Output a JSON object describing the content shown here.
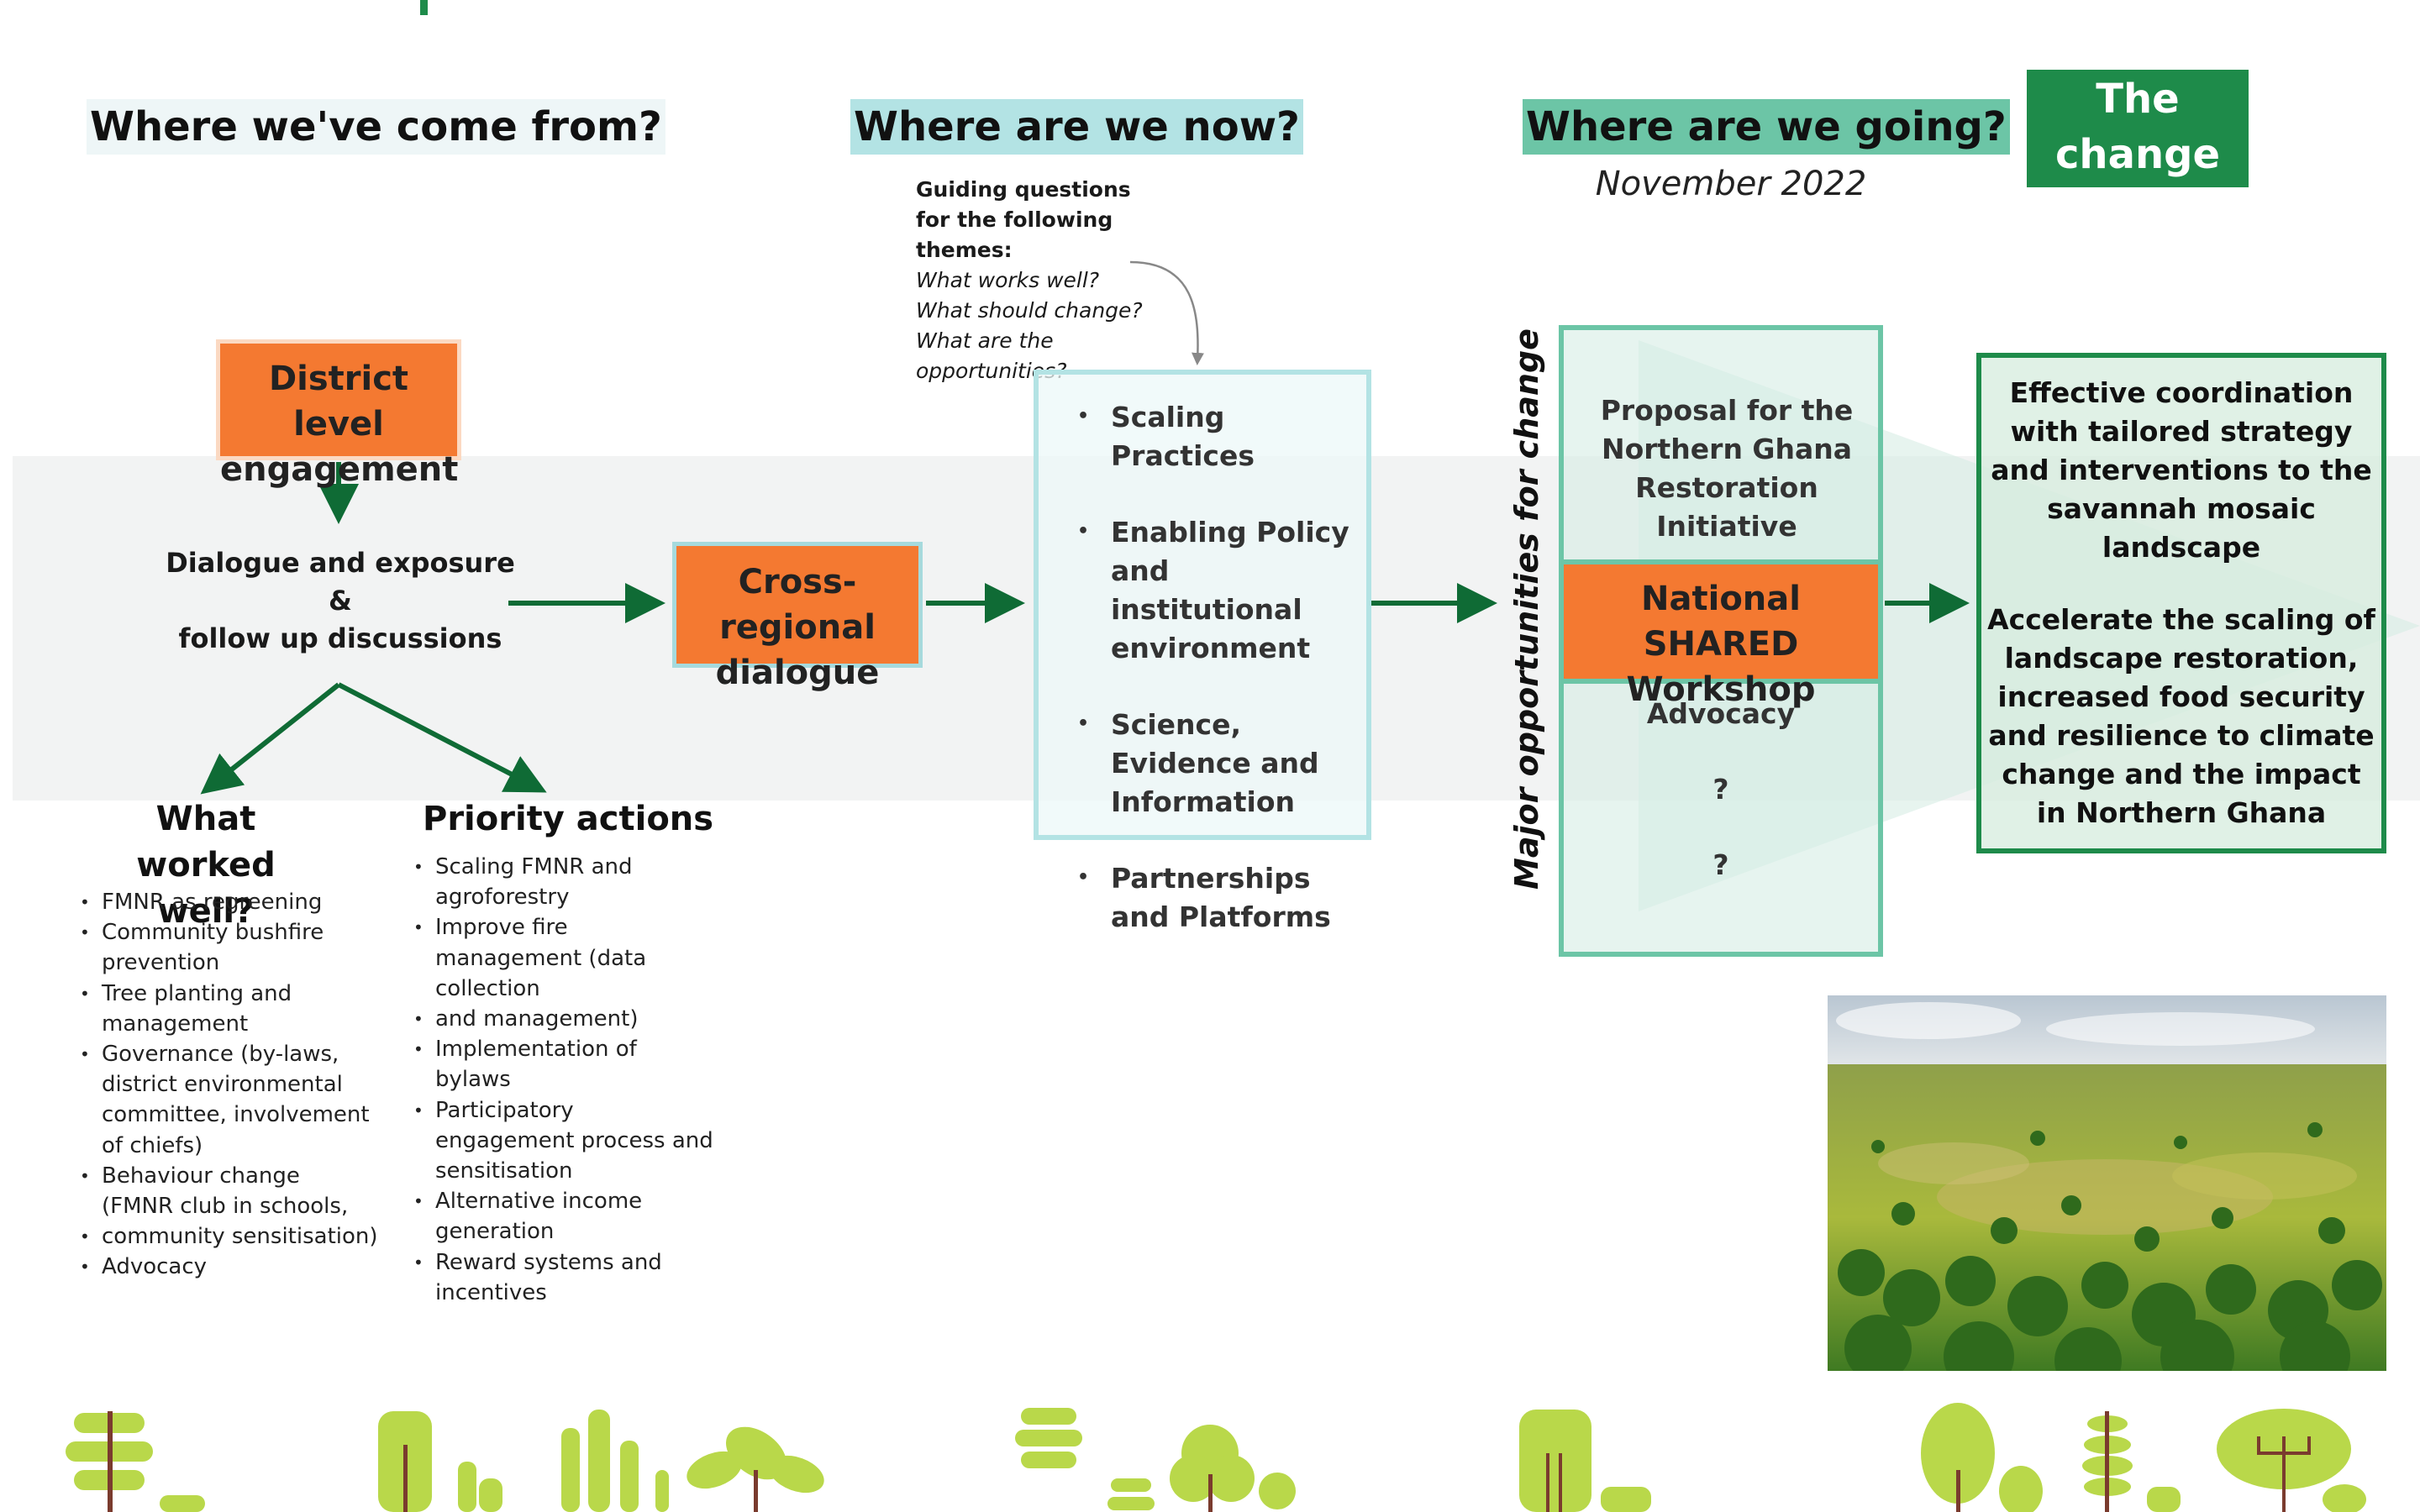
{
  "headings": {
    "past": "Where we've come from?",
    "now": "Where are we now?",
    "going": "Where are we going?",
    "change": "The change we want to see",
    "date": "November 2022"
  },
  "guiding": {
    "title": "Guiding questions for the following themes:",
    "q1": "What works well?",
    "q2": "What should change?",
    "q3": "What are the opportunities?"
  },
  "district": "District level engagement",
  "dialogue": {
    "line1": "Dialogue and exposure",
    "line2": "&",
    "line3": "follow up discussions"
  },
  "cross_regional": "Cross-regional dialogue",
  "themes": [
    "Scaling Practices",
    "Enabling Policy and institutional environment",
    "Science, Evidence and Information",
    "Partnerships and Platforms"
  ],
  "major_opportunities": "Major opportunities for change",
  "going": {
    "proposal": "Proposal for the Northern Ghana Restoration Initiative",
    "workshop": "National SHARED Workshop",
    "advocacy": "Advocacy",
    "q1": "?",
    "q2": "?"
  },
  "change": {
    "item1": "Effective coordination with tailored strategy and interventions to the savannah mosaic landscape",
    "item2": "Accelerate the scaling of landscape restoration, increased food security and resilience to climate change and the impact in Northern Ghana"
  },
  "worked_well": {
    "title": "What worked well?",
    "items": [
      "FMNR as regreening",
      "Community bushfire prevention",
      "Tree planting and management",
      "Governance (by-laws, district environmental committee, involvement of chiefs)",
      "Behaviour change (FMNR club in schools,",
      "community sensitisation)",
      "Advocacy"
    ]
  },
  "priority": {
    "title": "Priority actions",
    "items": [
      "Scaling FMNR and agroforestry",
      "Improve fire management (data collection",
      "and management)",
      "Implementation of bylaws",
      "Participatory engagement process and sensitisation",
      "Alternative income generation",
      "Reward systems and incentives"
    ]
  },
  "colors": {
    "dark_green": "#1e8b4a",
    "arrow_green": "#0f6b35",
    "orange": "#f47931",
    "teal_light": "#b3e3e4",
    "mint": "#6cc5a6",
    "tree_lime": "#b9d84a",
    "trunk_brown": "#7a3b2e"
  }
}
